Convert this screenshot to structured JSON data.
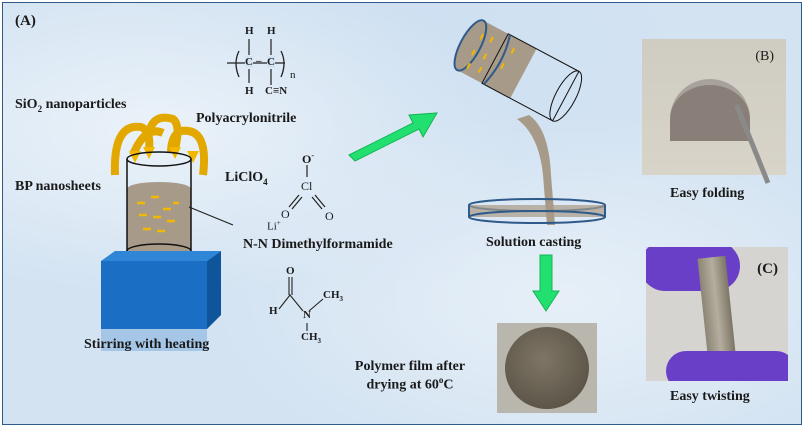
{
  "panels": {
    "a_label": "(A)",
    "b_label": "(B)",
    "c_label": "(C)"
  },
  "labels": {
    "sio2": "SiO",
    "sio2_sub": "2",
    "sio2_rest": " nanoparticles",
    "bp": "BP  nanosheets",
    "pan": "Polyacrylonitrile",
    "liclo4": "LiClO",
    "liclo4_sub": "4",
    "dmf": "N-N Dimethylformamide",
    "stirring": "Stirring with heating",
    "casting": "Solution casting",
    "film_line1": "Polymer film after",
    "film_line2": "drying at 60",
    "film_deg": "o",
    "film_unit": "C",
    "folding": "Easy folding",
    "twisting": "Easy twisting"
  },
  "pan_structure": {
    "h_top1": "H",
    "h_top2": "H",
    "c1": "C",
    "c2": "C",
    "bond": "–",
    "h_bottom": "H",
    "cn": "C≡N",
    "n": "n"
  },
  "liclo4_structure": {
    "o_minus": "O",
    "minus": "-",
    "cl": "Cl",
    "o_left": "O",
    "o_right": "O",
    "li": "Li",
    "plus": "+"
  },
  "dmf_structure": {
    "o": "O",
    "h": "H",
    "n": "N",
    "ch3_top": "CH",
    "ch3_bottom": "CH",
    "sub3": "3"
  },
  "colors": {
    "background": "#d3e3f2",
    "border": "#2e5a8a",
    "arrow_green": "#22e070",
    "block_blue": "#1a6fc4",
    "swirl_gold": "#e3a800",
    "mixture": "#a89a88",
    "glove_purple": "#6a3fc8"
  }
}
